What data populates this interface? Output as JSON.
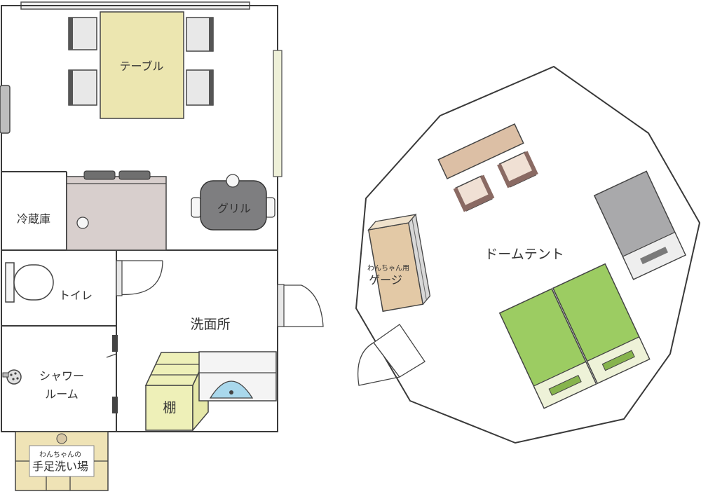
{
  "labels": {
    "table": "テーブル",
    "grill": "グリル",
    "fridge": "冷蔵庫",
    "toilet": "トイレ",
    "washroom": "洗面所",
    "shower_line1": "シャワー",
    "shower_line2": "ルーム",
    "shelf": "棚",
    "dog_wash_line1": "わんちゃんの",
    "dog_wash_line2": "手足洗い場",
    "dome_tent": "ドームテント",
    "dog_cage_line1": "わんちゃん用",
    "dog_cage_line2": "ゲージ"
  },
  "colors": {
    "wall": "#3a3a3a",
    "table": "#ece6b0",
    "counter": "#d8cfcd",
    "grill": "#7e7e80",
    "sofa_table": "#dcbfa5",
    "chair": "#8a6a63",
    "cage": "#e3c9a6",
    "bed": "#9ccc62",
    "bed_dark": "#87b44d",
    "grey_box": "#a9a9ab",
    "shelf": "#eef0b8",
    "sink": "#a9d8ec",
    "tile": "#efe3b6"
  }
}
